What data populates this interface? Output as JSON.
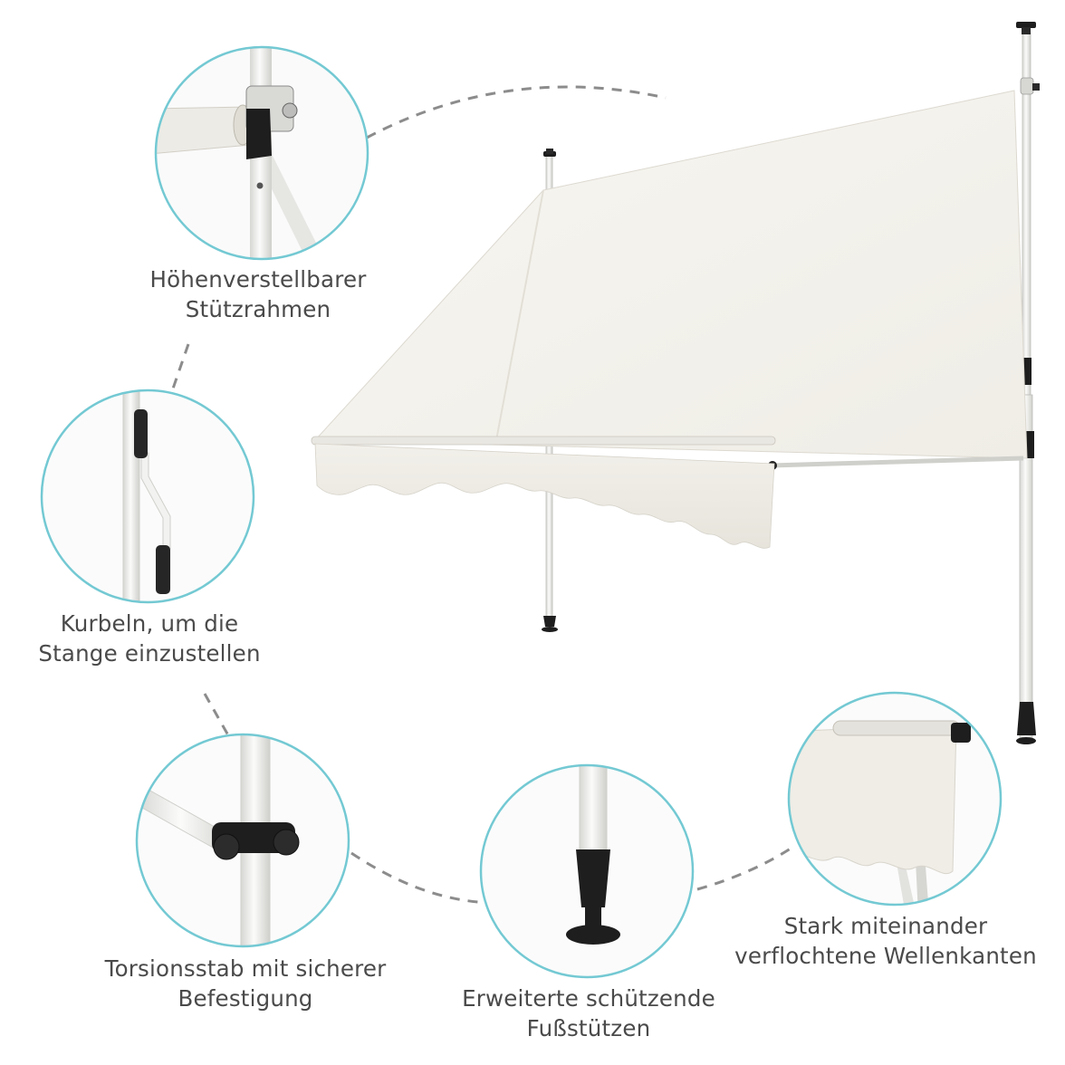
{
  "colors": {
    "circle_border": "#73c9d3",
    "dashed_line": "#8c8c8c",
    "fabric": "#f4f2ec",
    "fabric_shadow": "#e3e0d8",
    "pole": "#eeeeec",
    "plastic_black": "#1e1e1e",
    "caption_text": "#4a4a4a"
  },
  "features": {
    "frame": {
      "line1": "Höhenverstellbarer",
      "line2": "Stützrahmen"
    },
    "crank": {
      "line1": "Kurbeln, um die",
      "line2": "Stange einzustellen"
    },
    "torsion": {
      "line1": "Torsionsstab mit sicherer",
      "line2": "Befestigung"
    },
    "feet": {
      "line1": "Erweiterte schützende",
      "line2": "Fußstützen"
    },
    "waves": {
      "line1": "Stark miteinander",
      "line2": "verflochtene Wellenkanten"
    }
  }
}
